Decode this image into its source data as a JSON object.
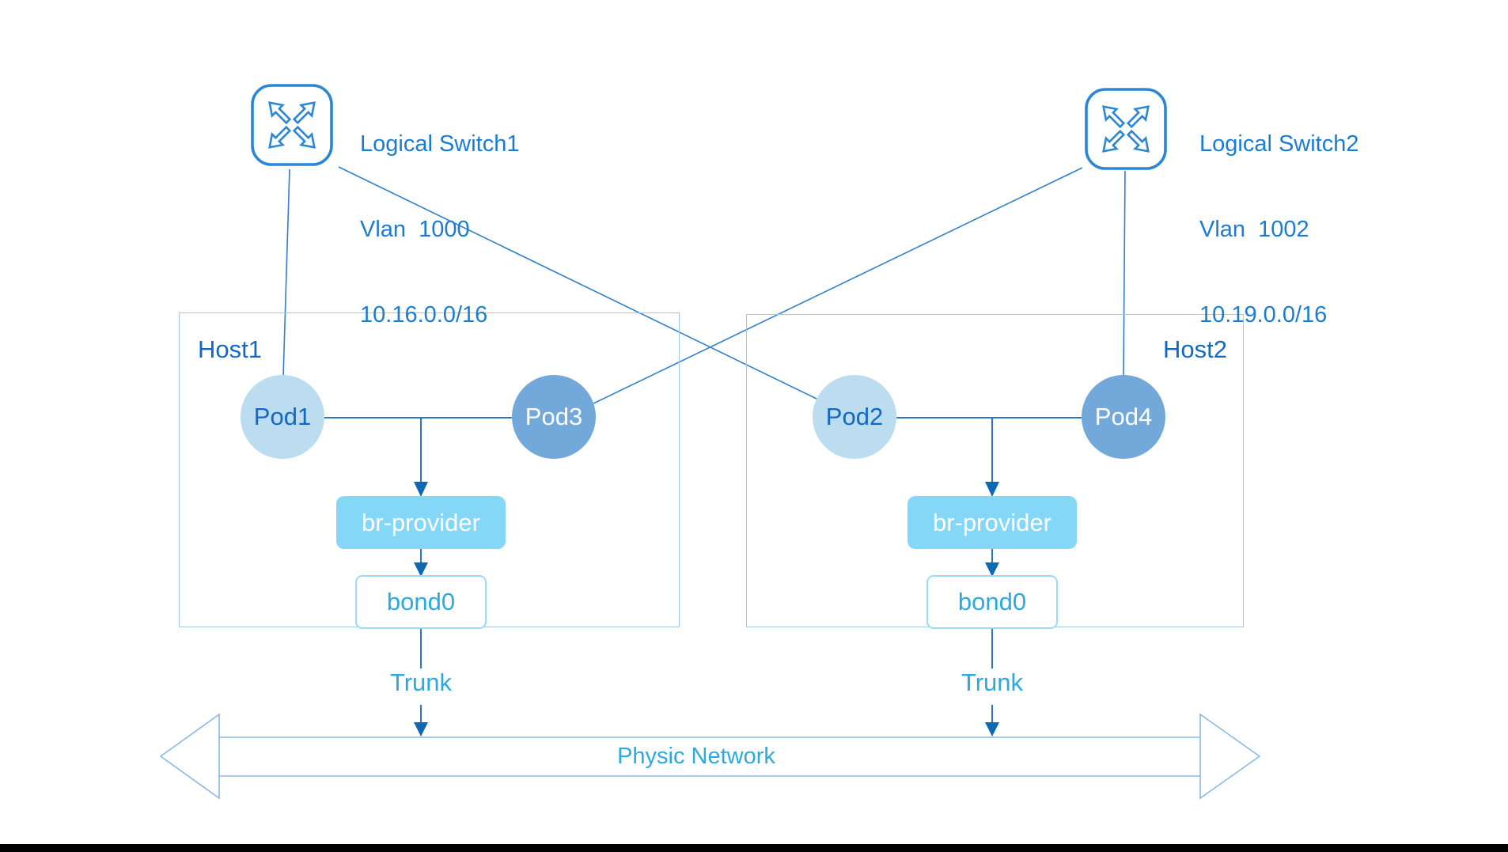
{
  "diagram_title": "Kubernetes / OVN provider network VLAN topology",
  "colors": {
    "line": "#2e80cc",
    "arrow": "#0f68b2",
    "shaft": "#2878c2",
    "host_border": "#a3c7e8",
    "pod_light": "#bcdcf0",
    "pod_dark": "#72a9da",
    "label_blue": "#1269c4",
    "switch_text": "#1b7cd4",
    "bridge_fill": "#85d7f7",
    "bond_border": "#9bdcf5",
    "cyan": "#29abe2",
    "band": "#8cb8e4",
    "bar": "#000000"
  },
  "switches": [
    {
      "title": "Logical Switch1",
      "vlan": "Vlan  1000",
      "cidr": "10.16.0.0/16"
    },
    {
      "title": "Logical Switch2",
      "vlan": "Vlan  1002",
      "cidr": "10.19.0.0/16"
    }
  ],
  "hosts": [
    {
      "label": "Host1",
      "pods": [
        {
          "label": "Pod1"
        },
        {
          "label": "Pod3"
        }
      ],
      "bridge": "br-provider",
      "bond": "bond0",
      "trunk": "Trunk"
    },
    {
      "label": "Host2",
      "pods": [
        {
          "label": "Pod2"
        },
        {
          "label": "Pod4"
        }
      ],
      "bridge": "br-provider",
      "bond": "bond0",
      "trunk": "Trunk"
    }
  ],
  "network": {
    "label": "Physic Network"
  },
  "links": [
    {
      "from": "Logical Switch1",
      "to": "Pod1"
    },
    {
      "from": "Logical Switch1",
      "to": "Pod2"
    },
    {
      "from": "Logical Switch2",
      "to": "Pod3"
    },
    {
      "from": "Logical Switch2",
      "to": "Pod4"
    }
  ]
}
